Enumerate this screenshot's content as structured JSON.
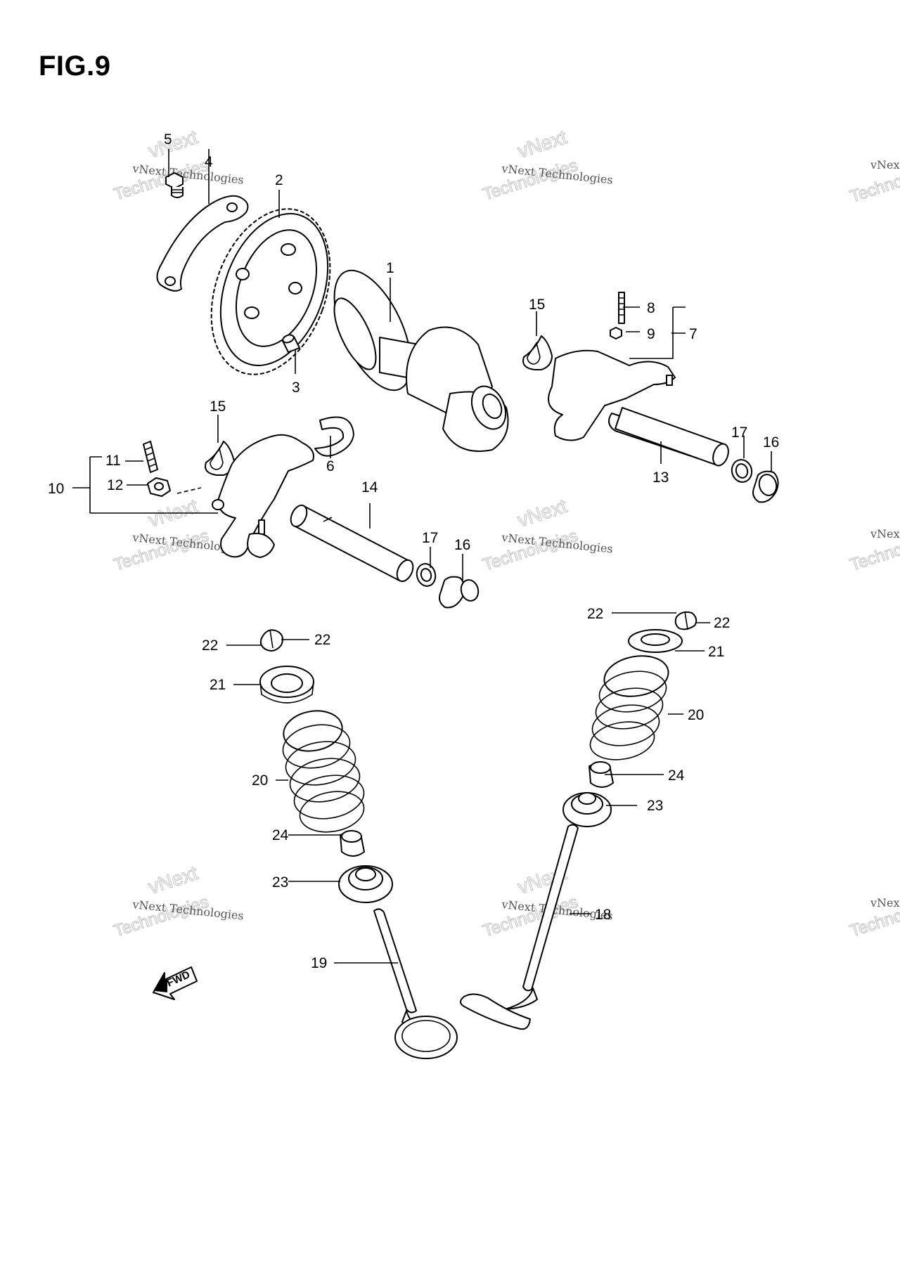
{
  "figure": {
    "title": "FIG.9"
  },
  "watermark": {
    "line1": "vNext Technologies",
    "line2": "vNext",
    "line3": "Technologies"
  },
  "fwd": {
    "label": "FWD"
  },
  "parts": {
    "p1": "1",
    "p2": "2",
    "p3": "3",
    "p4": "4",
    "p5": "5",
    "p6": "6",
    "p7": "7",
    "p8": "8",
    "p9": "9",
    "p10": "10",
    "p11": "11",
    "p12": "12",
    "p13": "13",
    "p14": "14",
    "p15": "15",
    "p16": "16",
    "p17": "17",
    "p18": "18",
    "p19": "19",
    "p20": "20",
    "p21": "21",
    "p22": "22",
    "p23": "23",
    "p24": "24"
  }
}
